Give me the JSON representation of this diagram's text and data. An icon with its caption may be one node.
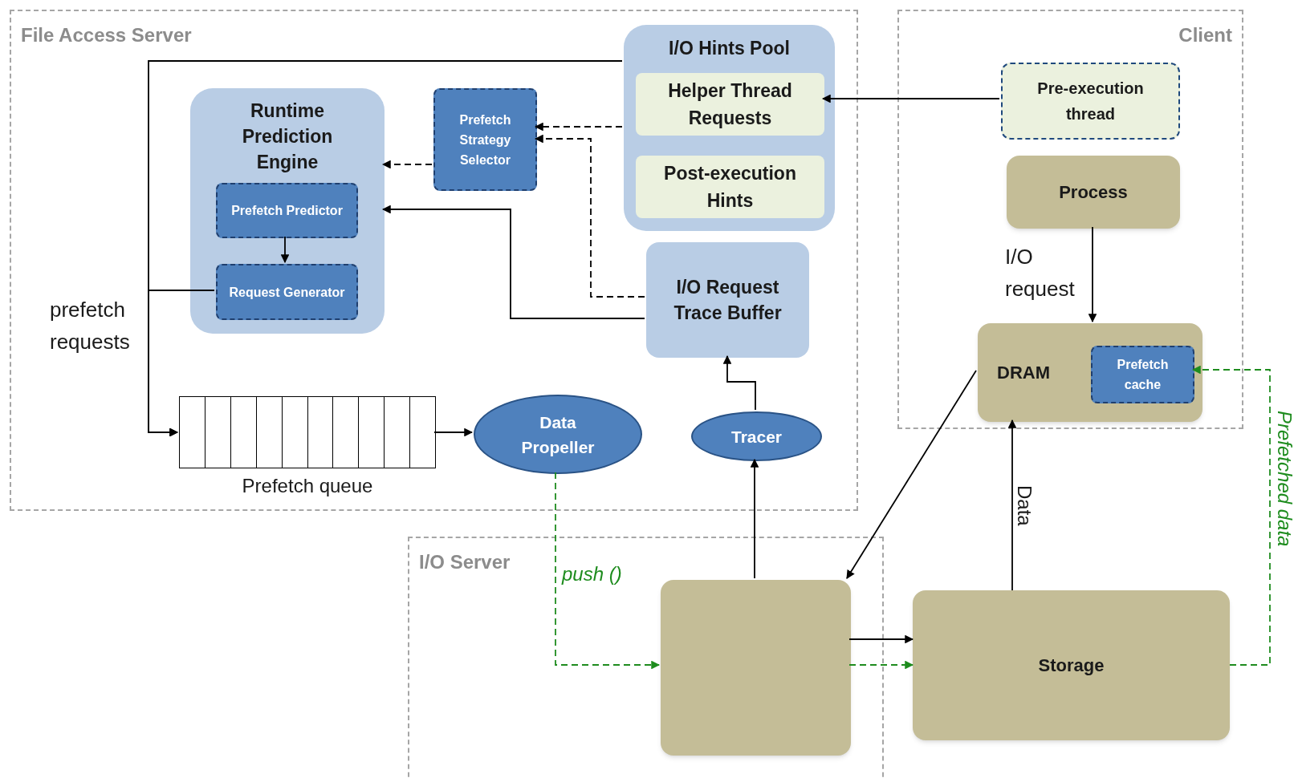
{
  "diagram": {
    "nodes": [
      {
        "text": [
          "File Access Server"
        ]
      },
      {
        "text": [
          "Client"
        ]
      },
      {
        "text": [
          "I/O Server"
        ]
      },
      {
        "text": [
          "I/O Hints Pool"
        ],
        "in": 0
      },
      {
        "text": [
          "Helper Thread Requests"
        ],
        "in": 3
      },
      {
        "text": [
          "Post-execution Hints"
        ],
        "in": 3
      },
      {
        "text": [
          "Runtime Prediction Engine"
        ],
        "in": 0
      },
      {
        "text": [
          "Prefetch Predictor"
        ],
        "in": 6
      },
      {
        "text": [
          "Request Generator"
        ],
        "in": 6
      },
      {
        "text": [
          "Prefetch Strategy Selector"
        ],
        "in": 0
      },
      {
        "text": [
          "I/O Request Trace Buffer"
        ],
        "in": 0
      },
      {
        "text": [
          "Prefetch queue"
        ],
        "in": 0
      },
      {
        "text": [
          "Data Propeller"
        ],
        "in": 0
      },
      {
        "text": [
          "Tracer"
        ],
        "in": 0
      },
      {
        "text": [
          "Pre-execution thread"
        ],
        "in": 1
      },
      {
        "text": [
          "Process"
        ],
        "in": 1
      },
      {
        "text": [
          "DRAM"
        ],
        "in": 1
      },
      {
        "text": [
          "Prefetch cache"
        ],
        "in": 16
      },
      {
        "text": [],
        "shape": "box",
        "in": 2
      },
      {
        "text": [
          "Storage"
        ]
      }
    ],
    "edges": [
      {
        "from": 14,
        "to": 4,
        "arrow": "to"
      },
      {
        "from": 15,
        "to": 16,
        "arrow": "to",
        "label": "I/O request"
      },
      {
        "from": 8,
        "to": 11,
        "arrow": "to",
        "label": "prefetch requests"
      },
      {
        "from": 3,
        "to": 11,
        "arrow": "to"
      },
      {
        "from": 7,
        "to": 8,
        "arrow": "to"
      },
      {
        "from": 9,
        "to": 6,
        "arrow": "to",
        "style": "dashed"
      },
      {
        "from": 3,
        "to": 9,
        "arrow": "to",
        "style": "dashed"
      },
      {
        "from": 10,
        "to": 9,
        "arrow": "to",
        "style": "dashed"
      },
      {
        "from": 10,
        "to": 6,
        "arrow": "to"
      },
      {
        "from": 11,
        "to": 12,
        "arrow": "to"
      },
      {
        "from": 13,
        "to": 10,
        "arrow": "to"
      },
      {
        "from": 18,
        "to": 13,
        "arrow": "to"
      },
      {
        "from": 12,
        "to": 18,
        "arrow": "to",
        "style": "dashed",
        "color": "#1e8c1e",
        "label": "push ()"
      },
      {
        "from": 16,
        "to": 18,
        "arrow": "to"
      },
      {
        "from": 18,
        "to": 19,
        "arrow": "to"
      },
      {
        "from": 18,
        "to": 19,
        "arrow": "to",
        "style": "dashed",
        "color": "#1e8c1e"
      },
      {
        "from": 19,
        "to": 16,
        "arrow": "to",
        "label": "Data"
      },
      {
        "from": 19,
        "to": 17,
        "arrow": "to",
        "style": "dashed",
        "color": "#1e8c1e",
        "label": "Prefetched data"
      }
    ]
  }
}
